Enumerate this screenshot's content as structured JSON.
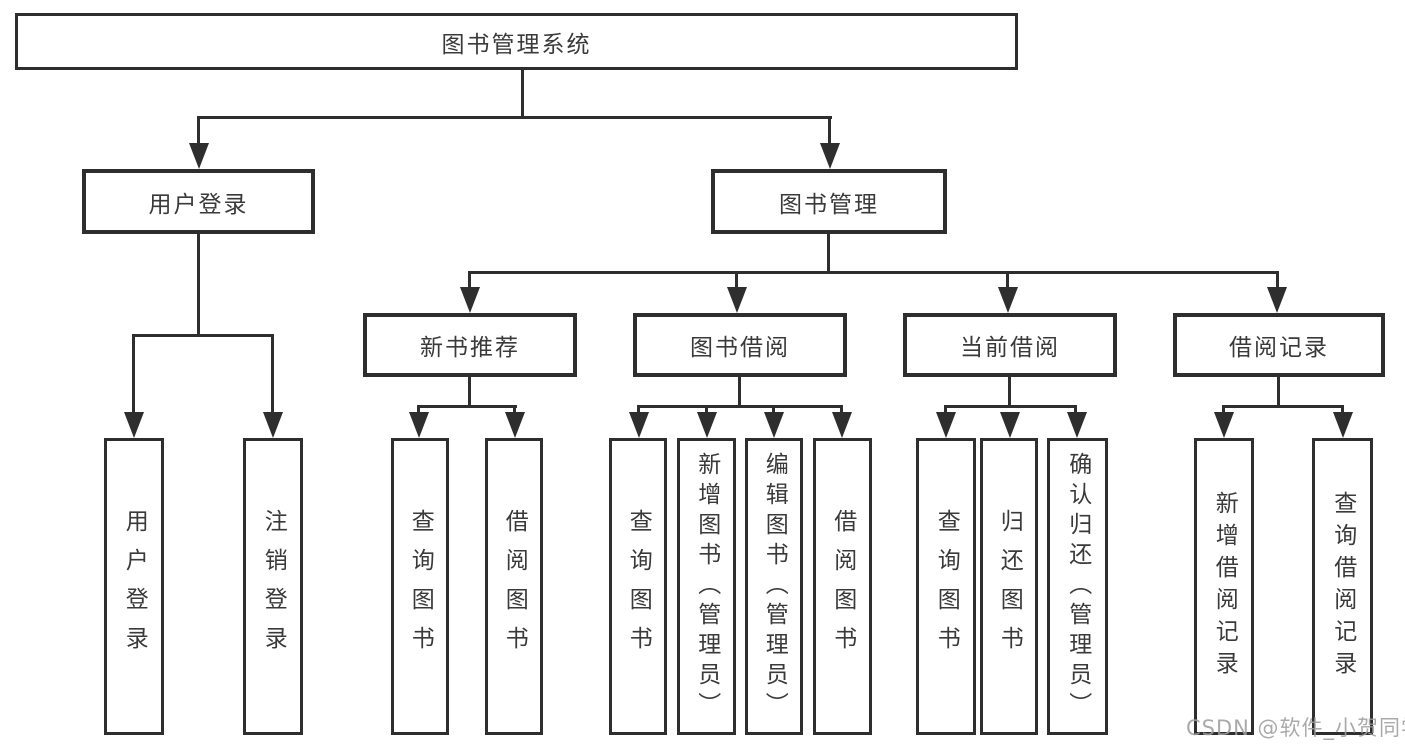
{
  "diagram": {
    "title": "图书管理系统",
    "root": {
      "label": "图书管理系统"
    },
    "branches": [
      {
        "label": "用户登录",
        "children": [
          {
            "label": "用户登录"
          },
          {
            "label": "注销登录"
          }
        ]
      },
      {
        "label": "图书管理",
        "children": [
          {
            "label": "新书推荐",
            "children": [
              {
                "label": "查询图书"
              },
              {
                "label": "借阅图书"
              }
            ]
          },
          {
            "label": "图书借阅",
            "children": [
              {
                "label": "查询图书"
              },
              {
                "label": "新增图书（管理员）"
              },
              {
                "label": "编辑图书（管理员）"
              },
              {
                "label": "借阅图书"
              }
            ]
          },
          {
            "label": "当前借阅",
            "children": [
              {
                "label": "查询图书"
              },
              {
                "label": "归还图书"
              },
              {
                "label": "确认归还（管理员）"
              }
            ]
          },
          {
            "label": "借阅记录",
            "children": [
              {
                "label": "新增借阅记录"
              },
              {
                "label": "查询借阅记录"
              }
            ]
          }
        ]
      }
    ],
    "watermark": "CSDN @软件_小贺同学",
    "colors": {
      "line": "#2e2e2e",
      "text": "#3a3a3a",
      "watermark": "#9e9e9e",
      "background": "#ffffff"
    }
  }
}
